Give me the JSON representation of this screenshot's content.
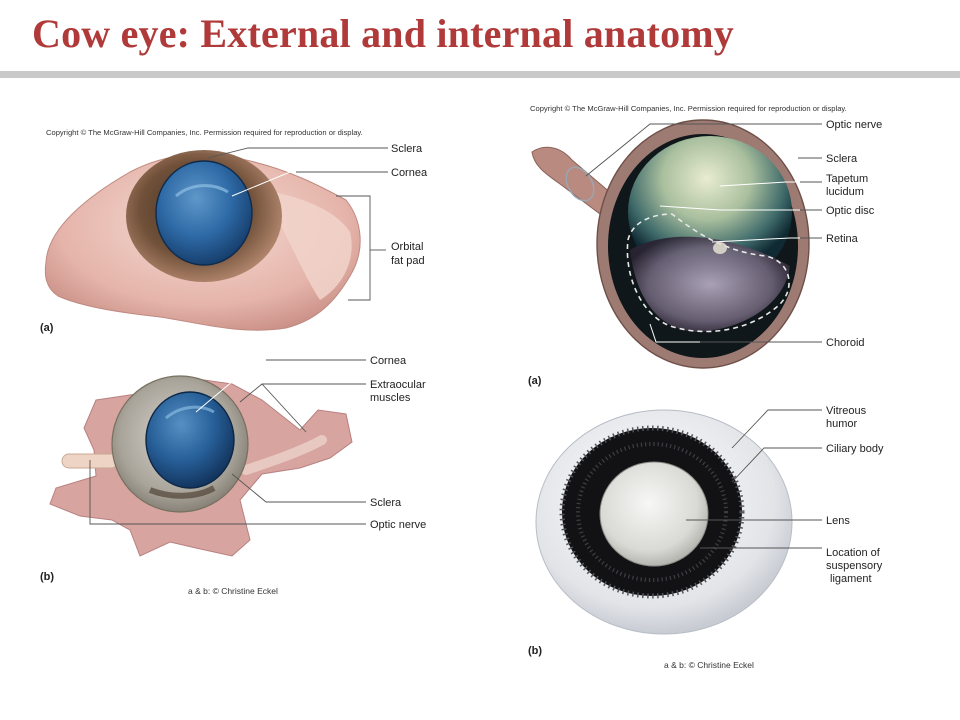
{
  "slide": {
    "title": "Cow eye:  External and internal anatomy"
  },
  "external": {
    "copyright": "Copyright © The McGraw-Hill Companies, Inc. Permission required for reproduction or display.",
    "panel_a": {
      "tag": "(a)",
      "labels": [
        "Sclera",
        "Cornea",
        "Orbital",
        "fat pad"
      ]
    },
    "panel_b": {
      "tag": "(b)",
      "labels": [
        "Cornea",
        "Extraocular",
        "muscles",
        "Sclera",
        "Optic nerve"
      ]
    },
    "credit": "a & b: © Christine Eckel"
  },
  "internal": {
    "copyright": "Copyright © The McGraw-Hill Companies, Inc. Permission required for reproduction or display.",
    "panel_a": {
      "tag": "(a)",
      "labels": [
        "Optic nerve",
        "Sclera",
        "Tapetum",
        "lucidum",
        "Optic disc",
        "Retina",
        "Choroid"
      ]
    },
    "panel_b": {
      "tag": "(b)",
      "labels": [
        "Vitreous",
        "humor",
        "Ciliary body",
        "Lens",
        "Location of",
        "suspensory",
        "ligament"
      ]
    },
    "credit": "a & b: © Christine Eckel"
  }
}
